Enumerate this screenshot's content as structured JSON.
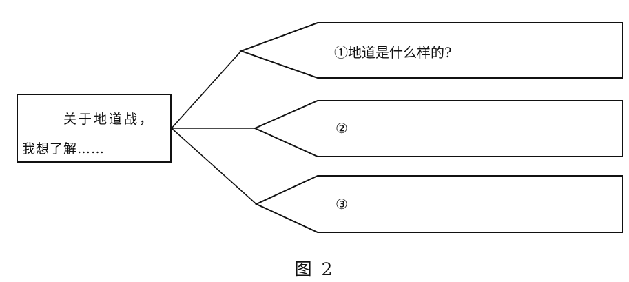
{
  "source_box": {
    "line1": "关于地道战，",
    "line2": "我想了解……"
  },
  "branches": [
    {
      "label": "①地道是什么样的?"
    },
    {
      "label": "②"
    },
    {
      "label": "③"
    }
  ],
  "caption": "图 2"
}
